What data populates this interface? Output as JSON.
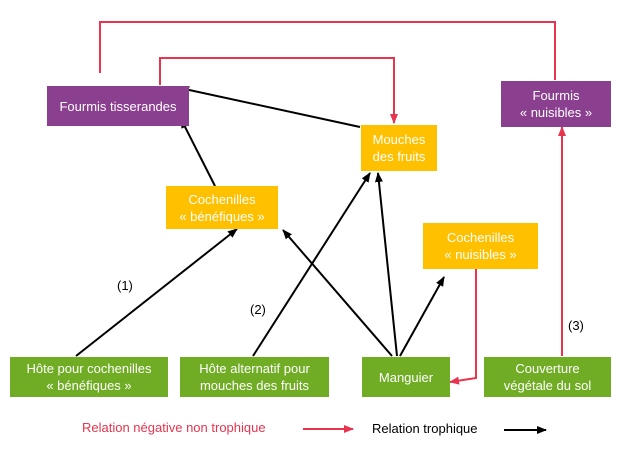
{
  "nodes": {
    "fourmis_tisserandes": "Fourmis tisserandes",
    "fourmis_nuisibles_1": "Fourmis",
    "fourmis_nuisibles_2": "« nuisibles »",
    "mouches_1": "Mouches",
    "mouches_2": "des fruits",
    "coch_benef_1": "Cochenilles",
    "coch_benef_2": "« bénéfiques »",
    "coch_nuis_1": "Cochenilles",
    "coch_nuis_2": "« nuisibles »",
    "hote_coch_1": "Hôte pour cochenilles",
    "hote_coch_2": "« bénéfiques »",
    "hote_alt_1": "Hôte alternatif pour",
    "hote_alt_2": "mouches des fruits",
    "manguier": "Manguier",
    "couverture_1": "Couverture",
    "couverture_2": "végétale du sol"
  },
  "labels": {
    "l1": "(1)",
    "l2": "(2)",
    "l3": "(3)"
  },
  "legend": {
    "negative": "Relation négative non trophique",
    "trophic": "Relation trophique"
  },
  "colors": {
    "purple": "#8b3f8f",
    "orange": "#ffc000",
    "green": "#70ad25",
    "negative_arrow": "#e8344e",
    "trophic_arrow": "#000000"
  }
}
